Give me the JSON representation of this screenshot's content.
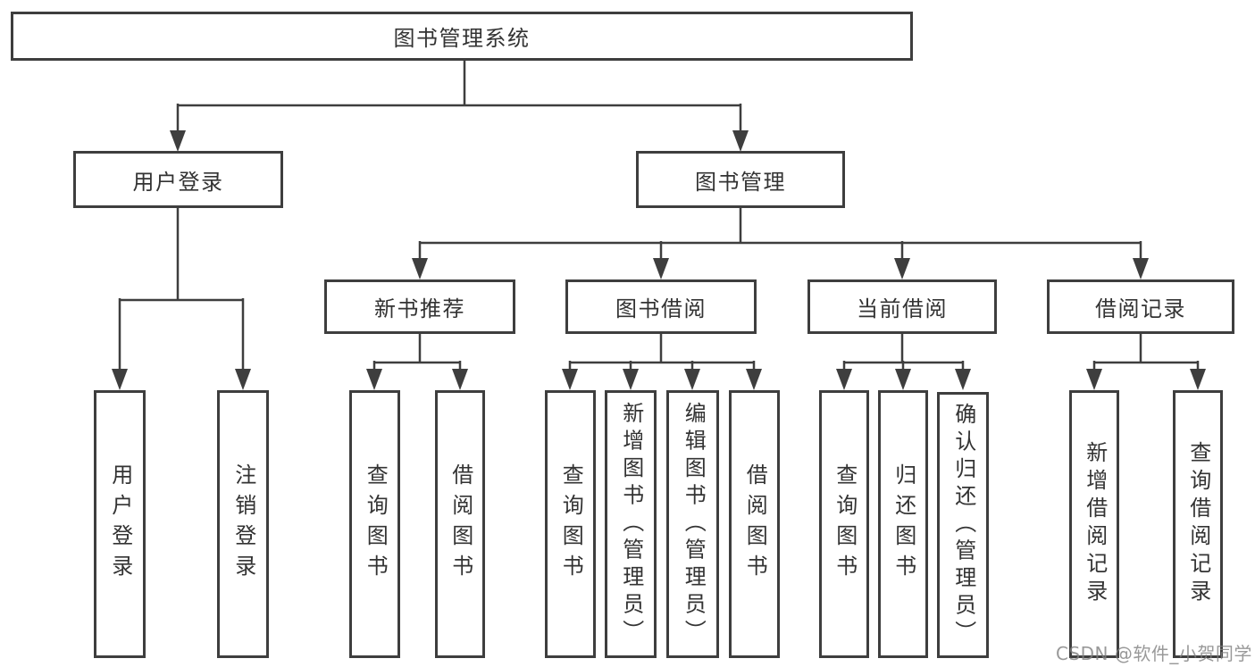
{
  "diagram_type": "hierarchy-tree",
  "colors": {
    "background": "#ffffff",
    "line": "#3e3e3e",
    "box_border": "#3e3e3e",
    "text": "#333333",
    "watermark": "#a0a0a0"
  },
  "tree": {
    "label": "图书管理系统",
    "children": [
      {
        "label": "用户登录",
        "children": [
          {
            "label": "用户登录"
          },
          {
            "label": "注销登录"
          }
        ]
      },
      {
        "label": "图书管理",
        "children": [
          {
            "label": "新书推荐",
            "children": [
              {
                "label": "查询图书"
              },
              {
                "label": "借阅图书"
              }
            ]
          },
          {
            "label": "图书借阅",
            "children": [
              {
                "label": "查询图书"
              },
              {
                "label": "新增图书（管理员）"
              },
              {
                "label": "编辑图书（管理员）"
              },
              {
                "label": "借阅图书"
              }
            ]
          },
          {
            "label": "当前借阅",
            "children": [
              {
                "label": "查询图书"
              },
              {
                "label": "归还图书"
              },
              {
                "label": "确认归还（管理员）"
              }
            ]
          },
          {
            "label": "借阅记录",
            "children": [
              {
                "label": "新增借阅记录"
              },
              {
                "label": "查询借阅记录"
              }
            ]
          }
        ]
      }
    ]
  },
  "watermark": "CSDN @软件_小贺同学"
}
